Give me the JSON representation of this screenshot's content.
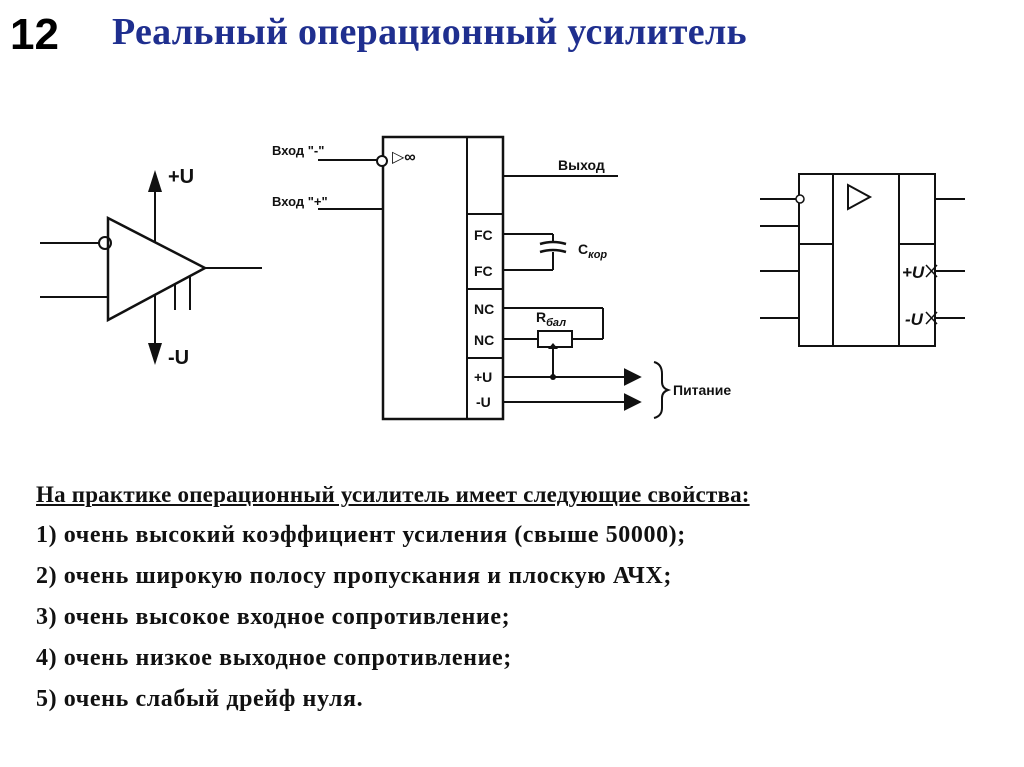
{
  "slide": {
    "number": "12",
    "title": "Реальный операционный усилитель"
  },
  "left_symbol": {
    "plus_supply": "+U",
    "minus_supply": "-U"
  },
  "center_block": {
    "input_inverting": "Вход \"-\"",
    "input_noninverting": "Вход \"+\"",
    "output": "Выход",
    "amp_mark": "▷∞",
    "pins": [
      "FC",
      "FC",
      "NC",
      "NC",
      "+U",
      "-U"
    ],
    "capacitor": "С",
    "capacitor_sub": "кор",
    "resistor": "R",
    "resistor_sub": "бал",
    "supply": "Питание"
  },
  "right_block": {
    "plus_supply": "+U",
    "minus_supply": "-U"
  },
  "properties": {
    "heading": "На практике операционный усилитель имеет следующие свойства:",
    "items": [
      "1) очень высокий коэффициент усиления (свыше 50000);",
      "2) очень широкую полосу пропускания и плоскую АЧХ;",
      "3) очень высокое входное сопротивление;",
      "4) очень низкое выходное сопротивление;",
      "5) очень слабый дрейф нуля."
    ]
  }
}
